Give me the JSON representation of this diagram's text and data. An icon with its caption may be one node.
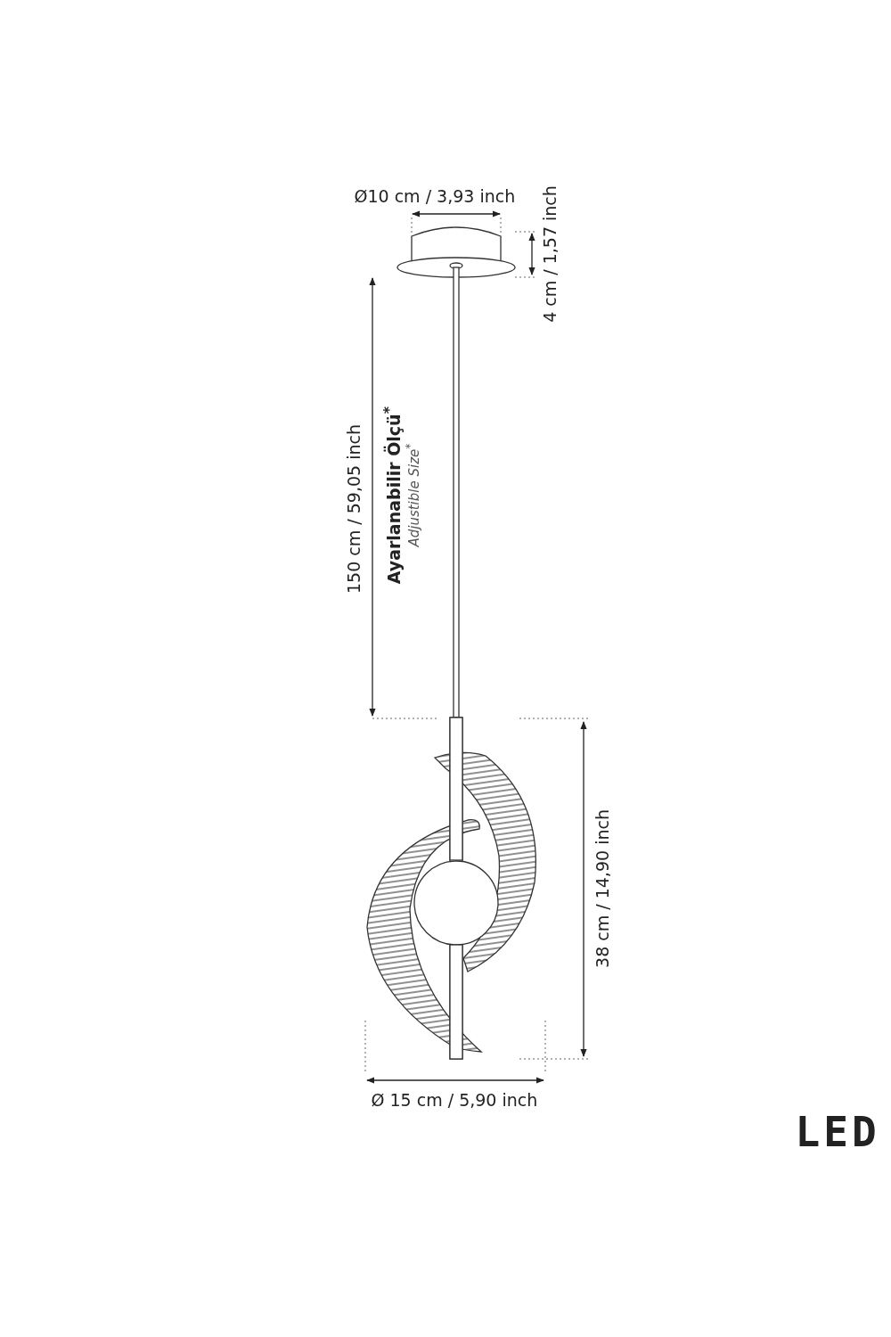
{
  "diagram": {
    "labels": [
      "Ø10 cm / 3,93 inch",
      "4 cm / 1,57 inch",
      "150 cm / 59,05 inch",
      "Ayarlanabilir Ölçü$^{*}$",
      "Adjustible Size$^{*}$",
      "38 cm / 14,90 inch",
      "Ø 15 cm / 5,90 inch",
      "LED"
    ]
  }
}
